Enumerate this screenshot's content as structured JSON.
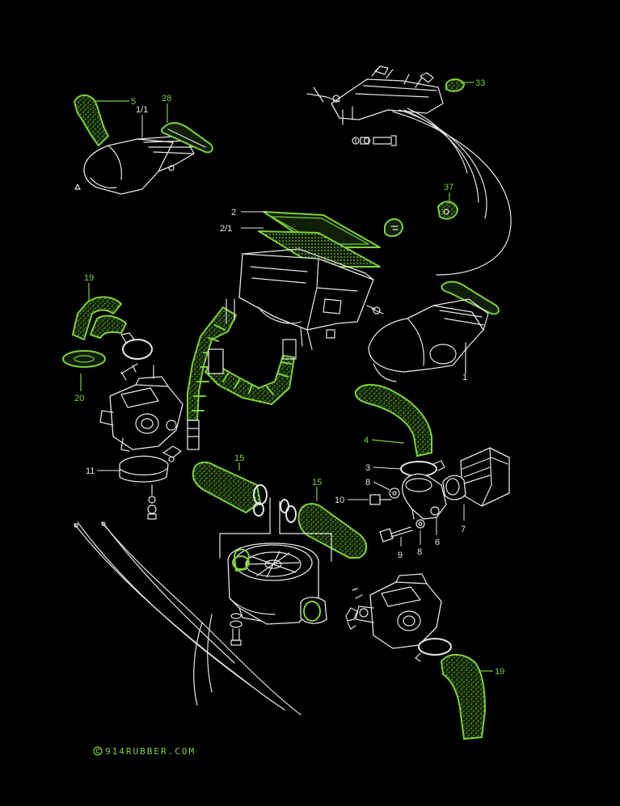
{
  "colors": {
    "background": "#000000",
    "linework": "#e6e6e6",
    "highlight": "#7fd03c"
  },
  "watermark": {
    "text": "914RUBBER.COM",
    "icon": "copyright-icon"
  },
  "callouts": [
    {
      "id": "c5",
      "text": "5",
      "highlighted": true
    },
    {
      "id": "c1-1",
      "text": "1/1",
      "highlighted": false
    },
    {
      "id": "c28",
      "text": "28",
      "highlighted": true
    },
    {
      "id": "c33",
      "text": "33",
      "highlighted": true
    },
    {
      "id": "c37",
      "text": "37",
      "highlighted": true
    },
    {
      "id": "c2",
      "text": "2",
      "highlighted": false
    },
    {
      "id": "c2-1",
      "text": "2/1",
      "highlighted": false
    },
    {
      "id": "c19a",
      "text": "19",
      "highlighted": true
    },
    {
      "id": "c20",
      "text": "20",
      "highlighted": true
    },
    {
      "id": "c1",
      "text": "1",
      "highlighted": false
    },
    {
      "id": "c4",
      "text": "4",
      "highlighted": true
    },
    {
      "id": "c11",
      "text": "11",
      "highlighted": false
    },
    {
      "id": "c15a",
      "text": "15",
      "highlighted": true
    },
    {
      "id": "c15b",
      "text": "15",
      "highlighted": true
    },
    {
      "id": "c3",
      "text": "3",
      "highlighted": false
    },
    {
      "id": "c8a",
      "text": "8",
      "highlighted": false
    },
    {
      "id": "c10",
      "text": "10",
      "highlighted": false
    },
    {
      "id": "c9",
      "text": "9",
      "highlighted": false
    },
    {
      "id": "c8b",
      "text": "8",
      "highlighted": false
    },
    {
      "id": "c6",
      "text": "6",
      "highlighted": false
    },
    {
      "id": "c7",
      "text": "7",
      "highlighted": false
    },
    {
      "id": "c19b",
      "text": "19",
      "highlighted": true
    }
  ]
}
